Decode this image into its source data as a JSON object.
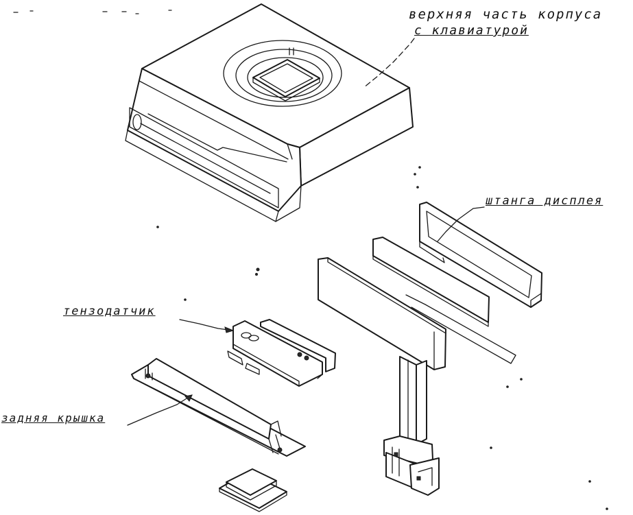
{
  "labels": {
    "top_case_line1": "верхняя часть корпуса",
    "top_case_line2": "с клавиатурой",
    "display_pole": "штанга дисплея",
    "load_cell": "тензодатчик",
    "back_cover": "задняя крышка"
  }
}
